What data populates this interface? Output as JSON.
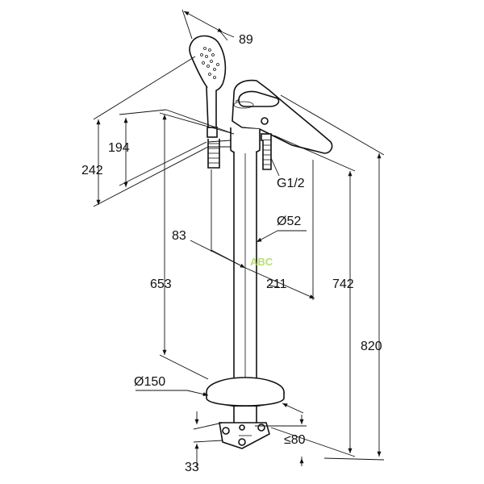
{
  "labels": {
    "width_handshower": "89",
    "height_194": "194",
    "height_242": "242",
    "thread": "G1/2",
    "diameter_52": "Ø52",
    "offset_83": "83",
    "reach_211": "211",
    "height_653": "653",
    "height_742": "742",
    "height_820": "820",
    "diameter_150": "Ø150",
    "depth_80": "≤80",
    "depth_33": "33"
  },
  "watermark": "ABC"
}
